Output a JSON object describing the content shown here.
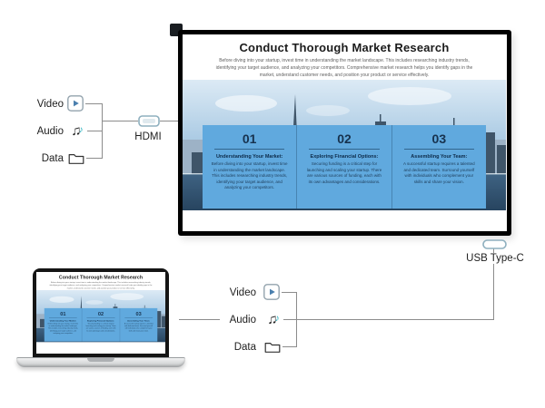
{
  "colors": {
    "panel_blue": "#60a9de",
    "note_teal": "#29b1bf",
    "connector_stroke": "#8fb0bf"
  },
  "connections": {
    "hdmi_label": "HDMI",
    "usbc_label": "USB Type-C",
    "video_label": "Video",
    "audio_label": "Audio",
    "data_label": "Data"
  },
  "slide": {
    "title": "Conduct Thorough Market Research",
    "subtitle": "Before diving into your startup, invest time in understanding the market landscape. This includes researching industry trends, identifying your target audience, and analyzing your competitors. Comprehensive market research helps you identify gaps in the market, understand customer needs, and position your product or service effectively.",
    "columns": [
      {
        "number": "01",
        "heading": "Understanding Your Market:",
        "body": "Before diving into your startup, invest time in understanding the market landscape. This includes researching industry trends, identifying your target audience, and analyzing your competitors."
      },
      {
        "number": "02",
        "heading": "Exploring Financial Options:",
        "body": "Securing funding is a critical step for launching and scaling your startup. There are various sources of funding, each with its own advantages and considerations."
      },
      {
        "number": "03",
        "heading": "Assembling Your Team:",
        "body": "A successful startup requires a talented and dedicated team. Surround yourself with individuals who complement your skills and share your vision."
      }
    ]
  }
}
